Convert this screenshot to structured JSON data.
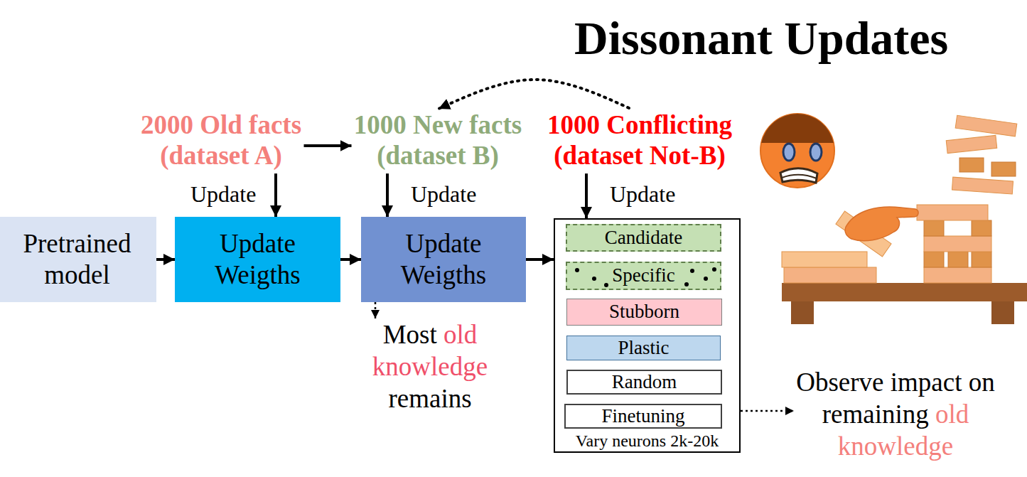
{
  "diagram": {
    "title": "Dissonant Updates",
    "nodes": [
      {
        "text": [
          "2000 Old facts (dataset A)"
        ]
      },
      {
        "text": [
          "1000 New facts (dataset B)"
        ]
      },
      {
        "text": [
          "1000 Conflicting (dataset Not-B)"
        ]
      },
      {
        "text": [
          "Pretrained model"
        ]
      },
      {
        "text": [
          "Update Weigths"
        ]
      },
      {
        "text": [
          "Update Weigths"
        ]
      },
      {
        "text": [
          "Vary neurons 2k-20k"
        ]
      },
      {
        "text": [
          "Candidate"
        ],
        "in": 6
      },
      {
        "text": [
          "Specific"
        ],
        "in": 6
      },
      {
        "text": [
          "Stubborn"
        ],
        "in": 6
      },
      {
        "text": [
          "Plastic"
        ],
        "in": 6
      },
      {
        "text": [
          "Random"
        ],
        "in": 6
      },
      {
        "text": [
          "Finetuning"
        ],
        "in": 6
      },
      {
        "text": [
          "Most",
          "old knowledge",
          "remains"
        ]
      },
      {
        "text": [
          "Observe impact on remaining",
          "old knowledge"
        ]
      }
    ],
    "edges": [
      {
        "from": 0,
        "to": 1,
        "arrow": "to"
      },
      {
        "from": 2,
        "to": 1,
        "arrow": "to"
      },
      {
        "from": 0,
        "to": 4,
        "label": "Update",
        "arrow": "to"
      },
      {
        "from": 1,
        "to": 5,
        "label": "Update",
        "arrow": "to"
      },
      {
        "from": 2,
        "to": 6,
        "label": "Update",
        "arrow": "to"
      },
      {
        "from": 3,
        "to": 4,
        "arrow": "to"
      },
      {
        "from": 4,
        "to": 5,
        "arrow": "to"
      },
      {
        "from": 5,
        "to": 6,
        "arrow": "to"
      },
      {
        "from": 5,
        "to": 13,
        "arrow": "to"
      },
      {
        "from": 6,
        "to": 14,
        "arrow": "to"
      }
    ]
  }
}
